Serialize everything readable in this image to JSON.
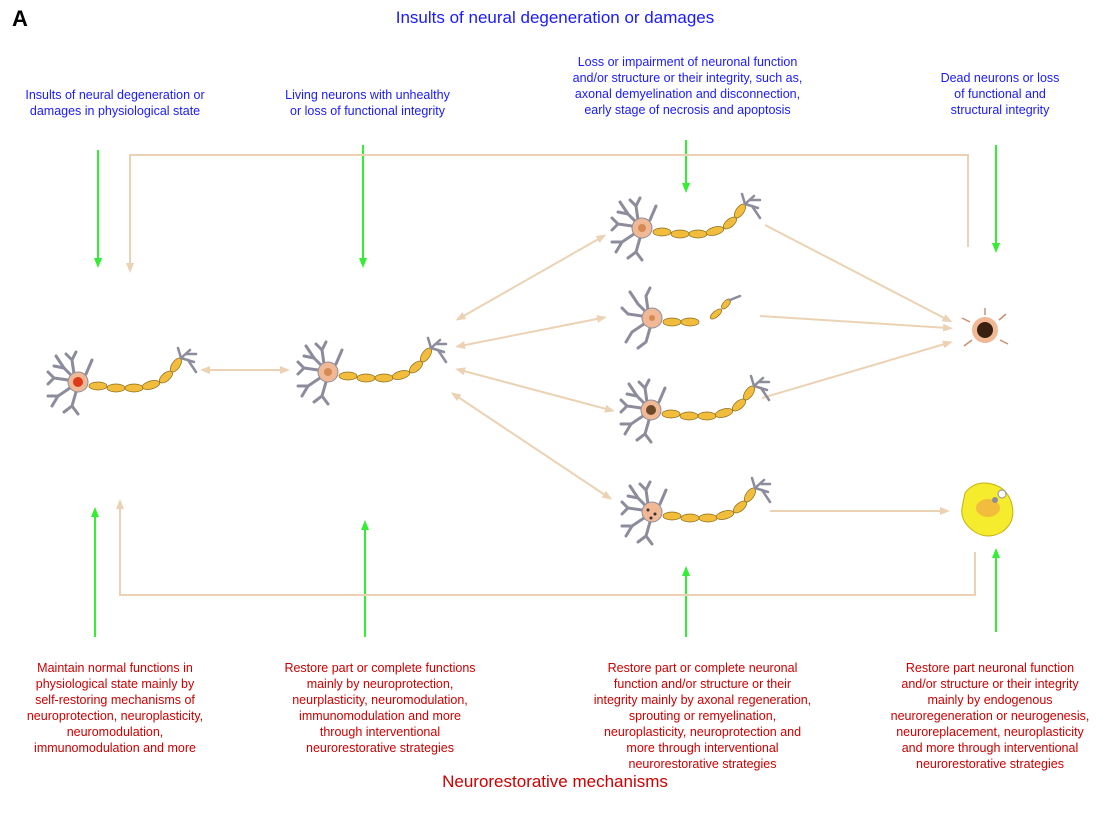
{
  "panel_label": "A",
  "top_title": "Insults of neural degeneration or damages",
  "bottom_title": "Neurorestorative mechanisms",
  "insults": [
    "Insults of neural degeneration or\ndamages in physiological state",
    "Living neurons with unhealthy\nor loss of functional integrity",
    "Loss or impairment of neuronal function\nand/or structure or their integrity, such as,\naxonal demyelination and disconnection,\nearly stage of necrosis and apoptosis",
    "Dead neurons or loss\nof functional and\nstructural integrity"
  ],
  "mechanisms": [
    "Maintain normal functions in\nphysiological state mainly by\nself-restoring mechanisms of\nneuroprotection, neuroplasticity,\nneuromodulation,\nimmunomodulation and more",
    "Restore part or complete functions\nmainly by neuroprotection,\nneurplasticity, neuromodulation,\nimmunomodulation and more\nthrough interventional\nneurorestorative strategies",
    "Restore part or complete neuronal\nfunction and/or structure or their\nintegrity mainly by axonal regeneration,\nsprouting or remyelination,\nneuroplasticity, neuroprotection and\nmore through interventional\nneurorestorative strategies",
    "Restore part neuronal function\nand/or structure or their integrity\nmainly by endogenous\nneuroregeneration or neurogenesis,\nneuroreplacement, neuroplasticity\nand more through interventional\nneurorestorative strategies"
  ],
  "colors": {
    "insult_text": "#1a1aff",
    "mechanism_text": "#cc0000",
    "green_arrow": "#33ee33",
    "flow_arrow": "#ecd2b4",
    "dendrite": "#8c8c9c",
    "axon": "#f2bd3c",
    "soma": "#f0b894",
    "nucleus_healthy": "#dd3a1a",
    "dead_cell": "#f6ec2e"
  }
}
